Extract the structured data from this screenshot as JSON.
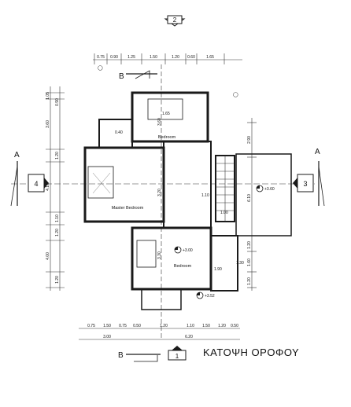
{
  "drawing": {
    "title": "ΚΑΤΟΨΗ ΟΡΟΦΟΥ",
    "rooms": [
      "Master Bedroom",
      "Bedroom",
      "Bedroom"
    ],
    "section_labels": [
      "A",
      "A",
      "B",
      "B"
    ],
    "markers": [
      "2",
      "4",
      "3",
      "1"
    ],
    "levels": [
      "+3.60",
      "+3.00",
      "+3.52"
    ],
    "top_dims": [
      "0.75",
      "0.90",
      "1.25",
      "1.50",
      "1.20",
      "0.60",
      "1.65"
    ],
    "bottom_dims": [
      "0.75",
      "1.50",
      "0.75",
      "0.50",
      "1.20",
      "1.10",
      "1.50",
      "1.20",
      "0.50"
    ],
    "bottom_totals": [
      "3.00",
      "6.20"
    ],
    "left_dims": [
      "1.05",
      "0.90",
      "3.60",
      "1.20",
      "4.10",
      "1.10",
      "1.20",
      "4.00",
      "1.20"
    ],
    "right_dims": [
      "2.90",
      "6.10",
      "1.20",
      "1.60",
      "1.20"
    ],
    "interior_dims": [
      "1.65",
      "3.60",
      "3.20",
      "1.10",
      "1.00",
      "1.90",
      "3.30",
      "0.40",
      "1.30"
    ],
    "colors": {
      "ink": "#1a1a1a",
      "paper": "#ffffff"
    }
  }
}
